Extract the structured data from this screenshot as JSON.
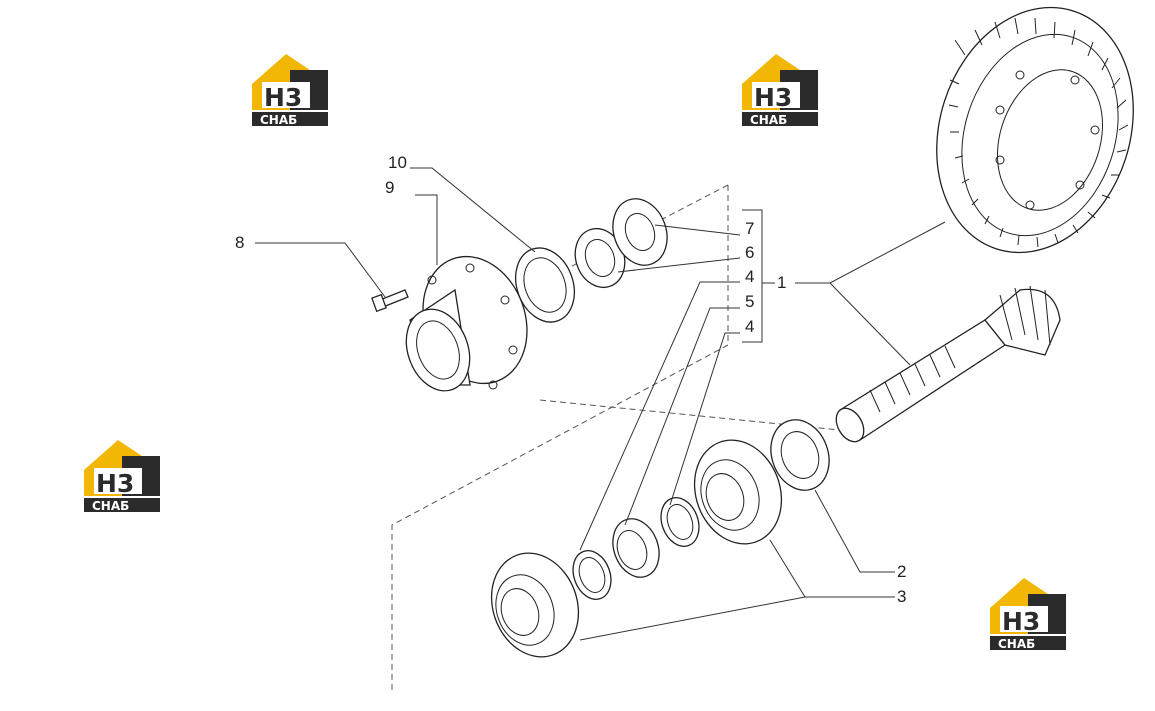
{
  "colors": {
    "logo_yellow": "#f2b705",
    "logo_dark": "#2b2b2b",
    "line": "#333333"
  },
  "logo": {
    "mark": "H3",
    "word": "CHAБ"
  },
  "callouts": {
    "c1": "1",
    "c2": "2",
    "c3": "3",
    "c4a": "4",
    "c4b": "4",
    "c5": "5",
    "c6": "6",
    "c7": "7",
    "c8": "8",
    "c9": "9",
    "c10": "10"
  }
}
